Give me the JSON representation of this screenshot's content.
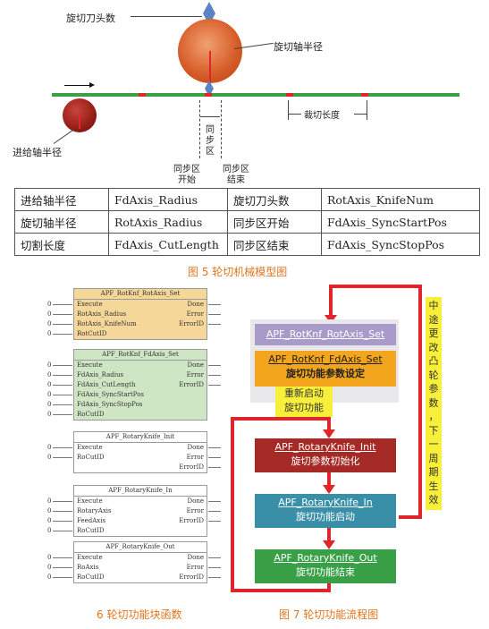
{
  "mech": {
    "knife_num_label": "旋切刀头数",
    "rot_radius_label": "旋切轴半径",
    "feed_radius_label": "进给轴半径",
    "cut_length_label": "裁切长度",
    "sync_zone_chars": [
      "同",
      "步",
      "区"
    ],
    "sync_start_label_1": "同步区",
    "sync_start_label_2": "开始",
    "sync_end_label_1": "同步区",
    "sync_end_label_2": "结束"
  },
  "params_table": [
    [
      "进给轴半径",
      "FdAxis_Radius",
      "旋切刀头数",
      "RotAxis_KnifeNum"
    ],
    [
      "旋切轴半径",
      "RotAxis_Radius",
      "同步区开始",
      "FdAxis_SyncStartPos"
    ],
    [
      "切割长度",
      "FdAxis_CutLength",
      "同步区结束",
      "FdAxis_SyncStopPos"
    ]
  ],
  "fig5_caption": "图 5 轮切机械模型图",
  "blocks": [
    {
      "title": "APF_RotKnf_RotAxis_Set",
      "color": "#f6d79a",
      "rows": [
        [
          "Execute",
          "Done"
        ],
        [
          "RotAxis_Radius",
          "Error"
        ],
        [
          "RotAxis_KnifeNum",
          "ErrorID"
        ],
        [
          "RotCutID",
          ""
        ]
      ]
    },
    {
      "title": "APF_RotKnf_FdAxis_Set",
      "color": "#cfe6c4",
      "rows": [
        [
          "Execute",
          "Done"
        ],
        [
          "FdAxis_Radius",
          "Error"
        ],
        [
          "FdAxis_CutLength",
          "ErrorID"
        ],
        [
          "FdAxis_SyncStartPos",
          ""
        ],
        [
          "FdAxis_SyncStopPos",
          ""
        ],
        [
          "RoCutID",
          ""
        ]
      ]
    },
    {
      "title": "APF_RotaryKnife_Init",
      "color": "#ffffff",
      "rows": [
        [
          "Execute",
          "Done"
        ],
        [
          "RoCutID",
          "Error"
        ],
        [
          "",
          "ErrorID"
        ]
      ]
    },
    {
      "title": "APF_RotaryKnife_In",
      "color": "#ffffff",
      "rows": [
        [
          "Execute",
          "Done"
        ],
        [
          "RotaryAxis",
          "Error"
        ],
        [
          "FeedAxis",
          "ErrorID"
        ],
        [
          "RoCutID",
          ""
        ]
      ]
    },
    {
      "title": "APF_RotaryKnife_Out",
      "color": "#ffffff",
      "rows": [
        [
          "Execute",
          "Done"
        ],
        [
          "RoAxis",
          "Error"
        ],
        [
          "RoCutID",
          "ErrorID"
        ]
      ]
    }
  ],
  "pin_zero": "0",
  "fig6_caption": "6 轮切功能块函数",
  "flow": {
    "box1": "APF_RotKnf_RotAxis_Set",
    "box2_title": "APF_RotKnf_FdAxis_Set",
    "box2_sub": "旋切功能参数设定",
    "restart_line1": "重新启动",
    "restart_line2": "旋切功能",
    "box3_title": "APF_RotaryKnife_Init",
    "box3_sub": "旋切参数初始化",
    "box4_title": "APF_RotaryKnife_In",
    "box4_sub": "旋切功能启动",
    "box5_title": "APF_RotaryKnife_Out",
    "box5_sub": "旋切功能结束",
    "side_note_chars": [
      "中",
      "途",
      "更",
      "改",
      "凸",
      "轮",
      "参",
      "数",
      "，",
      "下",
      "一",
      "周",
      "期",
      "生",
      "效"
    ]
  },
  "fig7_caption": "图 7 轮切功能流程图",
  "colors": {
    "red": "#e0262a",
    "green": "#3aa047",
    "caption": "#e07520"
  }
}
